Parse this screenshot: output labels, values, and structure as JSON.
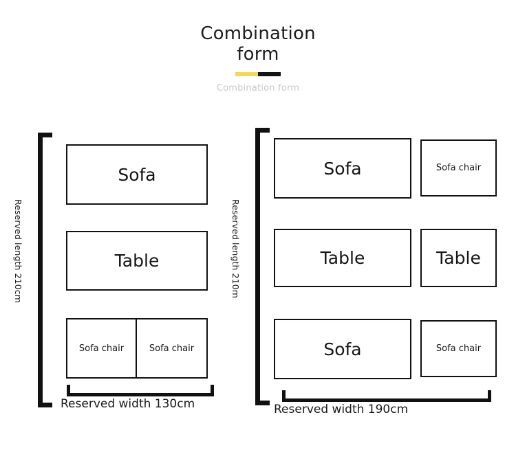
{
  "header": {
    "title_line1": "Combination",
    "title_line2": "form",
    "subtitle": "Combination form",
    "accent_yellow": "#edd95c",
    "accent_black": "#141414"
  },
  "diagrams": [
    {
      "id": "left",
      "length_label": "Reserved length 210cm",
      "width_label": "Reserved width 130cm",
      "rows": [
        {
          "items": [
            {
              "label": "Sofa",
              "size": "large"
            }
          ]
        },
        {
          "items": [
            {
              "label": "Table",
              "size": "large"
            }
          ]
        },
        {
          "items": [
            {
              "label": "Sofa chair",
              "size": "small"
            },
            {
              "label": "Sofa chair",
              "size": "small"
            }
          ]
        }
      ]
    },
    {
      "id": "right",
      "length_label": "Reserved length 210m",
      "width_label": "Reserved width 190cm",
      "rows": [
        {
          "items": [
            {
              "label": "Sofa",
              "size": "large"
            },
            {
              "label": "Sofa chair",
              "size": "small"
            }
          ]
        },
        {
          "items": [
            {
              "label": "Table",
              "size": "large"
            },
            {
              "label": "Table",
              "size": "large"
            }
          ]
        },
        {
          "items": [
            {
              "label": "Sofa",
              "size": "large"
            },
            {
              "label": "Sofa chair",
              "size": "small"
            }
          ]
        }
      ]
    }
  ]
}
